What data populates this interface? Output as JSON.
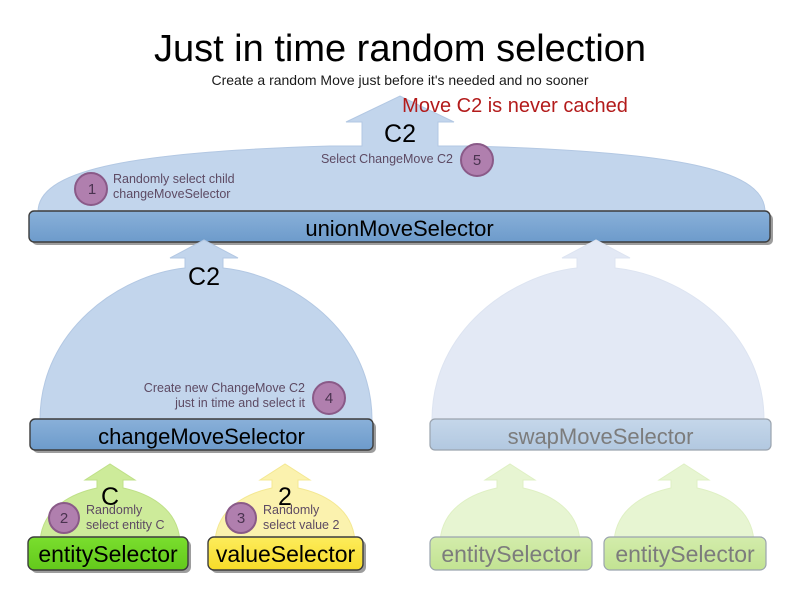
{
  "header": {
    "title": "Just in time random selection",
    "subtitle": "Create a random Move just before it's needed and no sooner",
    "warning": "Move C2 is never cached"
  },
  "colors": {
    "balloon_blue": "#c2d5ec",
    "balloon_blue_faded": "#e3e9f5",
    "bar_blue": "#76a2d0",
    "bar_blue_faded": "#b9cde4",
    "balloon_green": "#cdeb9a",
    "balloon_green_faded": "#e7f5d2",
    "box_green": "#6ed424",
    "box_green_faded": "#c7e89a",
    "balloon_yellow": "#fbf2ae",
    "box_yellow": "#fae23c",
    "badge_purple": "#b07fae",
    "badge_purple_border": "#8a5a88",
    "note_text": "#5d4a63",
    "warning_red": "#b31b1b",
    "faded_text": "#7c7c7c",
    "stroke": "#555555",
    "stroke_faded": "#9aa3ae"
  },
  "nodes": {
    "union": {
      "label": "unionMoveSelector",
      "move_label": "C2"
    },
    "change": {
      "label": "changeMoveSelector",
      "move_label": "C2"
    },
    "swap": {
      "label": "swapMoveSelector"
    },
    "entity_selector": {
      "label": "entitySelector",
      "move_label": "C"
    },
    "value_selector": {
      "label": "valueSelector",
      "move_label": "2"
    },
    "swap_entity_selector_left": {
      "label": "entitySelector"
    },
    "swap_entity_selector_right": {
      "label": "entitySelector"
    }
  },
  "steps": [
    {
      "number": "1",
      "text_line1": "Randomly select child",
      "text_line2": "changeMoveSelector"
    },
    {
      "number": "2",
      "text_line1": "Randomly",
      "text_line2": "select entity C"
    },
    {
      "number": "3",
      "text_line1": "Randomly",
      "text_line2": "select value 2"
    },
    {
      "number": "4",
      "text_line1": "Create new ChangeMove C2",
      "text_line2": "just in time and select it"
    },
    {
      "number": "5",
      "text_line1": "Select ChangeMove C2",
      "text_line2": ""
    }
  ]
}
